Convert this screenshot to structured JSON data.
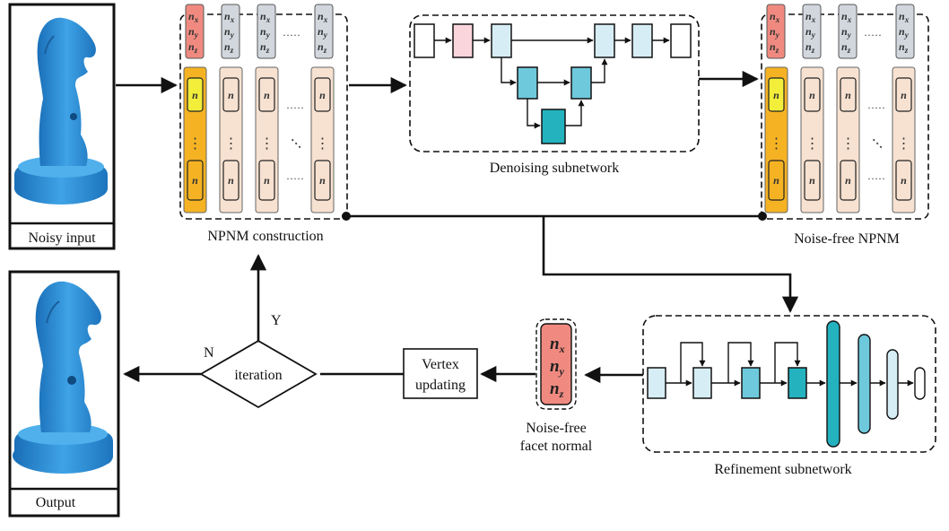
{
  "panels": {
    "noisy_input": "Noisy input",
    "output": "Output"
  },
  "labels": {
    "npnm_construction": "NPNM construction",
    "denoising_subnetwork": "Denoising subnetwork",
    "noise_free_npnm": "Noise-free NPNM",
    "refinement_subnetwork": "Refinement subnetwork",
    "noise_free_facet_normal_line1": "Noise-free",
    "noise_free_facet_normal_line2": "facet normal",
    "vertex_updating_line1": "Vertex",
    "vertex_updating_line2": "updating",
    "iteration": "iteration",
    "yes": "Y",
    "no": "N"
  },
  "matrix_symbols": {
    "nx": "n",
    "ny": "n",
    "nz": "n",
    "sub_x": "x",
    "sub_y": "y",
    "sub_z": "z",
    "cell": "n",
    "dots_h": "·····",
    "dots_v": "⋮"
  },
  "colors": {
    "statue_blue": "#2f8fd6",
    "normal_red": "#f08a80",
    "normal_grey": "#d2d7de",
    "column_orange": "#f5b323",
    "column_peach": "#f7e1d0",
    "cell_yellow": "#f2ee3a",
    "block_light_blue": "#d7edf6",
    "block_mid_blue": "#6ec9dc",
    "block_teal": "#24b2bf",
    "block_pink": "#fad6dc"
  }
}
